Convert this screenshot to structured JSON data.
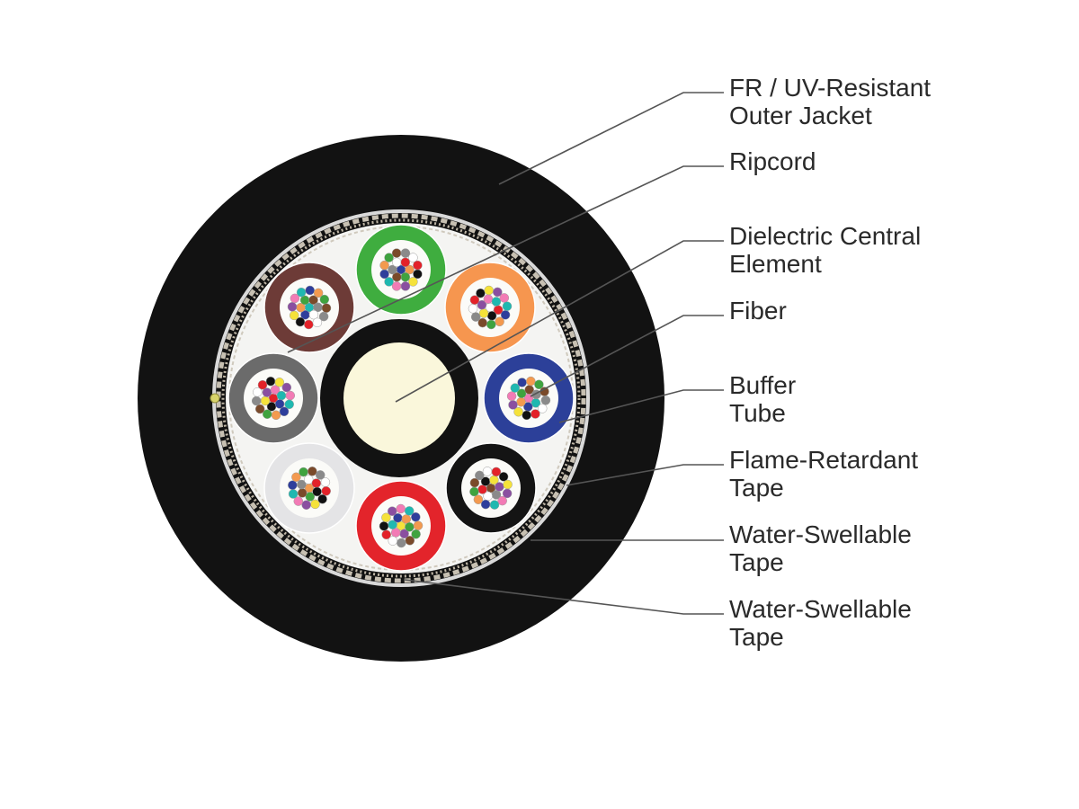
{
  "colors": {
    "jacket": "#121212",
    "tape": "#f4f4f2",
    "tape_edge": "#b9b4aa",
    "element_core": "#faf7db",
    "element_jacket": "#121212",
    "leader": "#555555",
    "text": "#2a2a2a"
  },
  "tubes": [
    {
      "name": "green-buffer-tube",
      "color": "#3fad3f"
    },
    {
      "name": "orange-buffer-tube",
      "color": "#f6964f"
    },
    {
      "name": "blue-buffer-tube",
      "color": "#2c4099"
    },
    {
      "name": "black-buffer-tube",
      "color": "#141414"
    },
    {
      "name": "red-buffer-tube",
      "color": "#e3242b"
    },
    {
      "name": "white-buffer-tube",
      "color": "#e4e4e6"
    },
    {
      "name": "slate-buffer-tube",
      "color": "#6b6b6b"
    },
    {
      "name": "brown-buffer-tube",
      "color": "#6d3b37"
    }
  ],
  "fiber_colors": [
    "#2e3e9b",
    "#f39a4f",
    "#3fa33f",
    "#7a4a2a",
    "#8a8a8a",
    "#ffffff",
    "#e32229",
    "#111111",
    "#f5e23a",
    "#8a4fa0",
    "#f27bb5",
    "#1fb8b0"
  ],
  "labels": [
    {
      "id": "outer-jacket",
      "lines": [
        "FR / UV-Resistant",
        "Outer Jacket"
      ]
    },
    {
      "id": "ripcord",
      "lines": [
        "Ripcord"
      ]
    },
    {
      "id": "central-element",
      "lines": [
        "Dielectric Central",
        "Element"
      ]
    },
    {
      "id": "fiber",
      "lines": [
        "Fiber"
      ]
    },
    {
      "id": "buffer-tube",
      "lines": [
        "Buffer",
        "Tube"
      ]
    },
    {
      "id": "flame-retardant-tape",
      "lines": [
        "Flame-Retardant",
        "Tape"
      ]
    },
    {
      "id": "water-swellable-tape-1",
      "lines": [
        "Water-Swellable",
        "Tape"
      ]
    },
    {
      "id": "water-swellable-tape-2",
      "lines": [
        "Water-Swellable",
        "Tape"
      ]
    }
  ]
}
